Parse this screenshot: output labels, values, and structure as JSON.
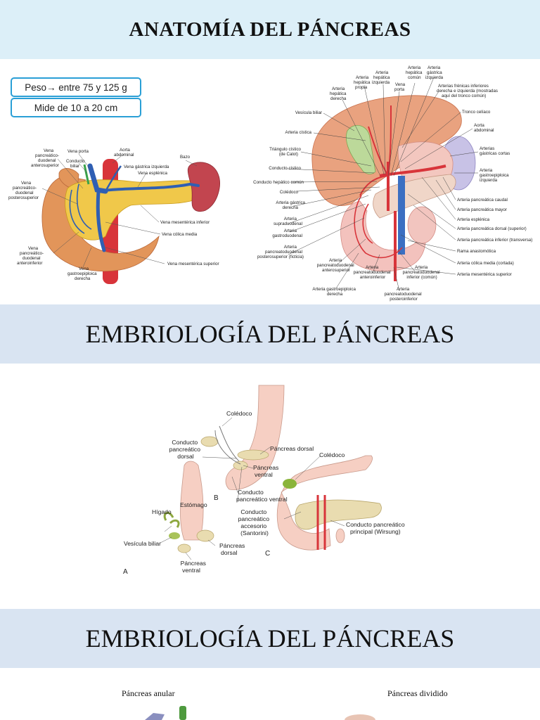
{
  "slide1": {
    "title": "ANATOMÍA DEL PÁNCREAS",
    "facts": [
      "Peso→ entre 75 y 125 g",
      "Mide de 10 a 20 cm"
    ],
    "left_labels": {
      "vena_pancreatico_antsup": [
        "Vena",
        "pancreático-",
        "duodenal",
        "anterosuperior"
      ],
      "vena_porta": "Vena porta",
      "conducto_biliar": [
        "Conducto",
        "biliar"
      ],
      "aorta": [
        "Aorta",
        "abdominal"
      ],
      "bazo": "Bazo",
      "vena_gastrica_izq": "Vena gástrica izquierda",
      "vena_esplenica": "Vena esplénica",
      "vena_pancreatico_postsup": [
        "Vena",
        "pancreático-",
        "duodenal",
        "posterosuperior"
      ],
      "vena_mesenterica_inf": "Vena mesentérica inferior",
      "vena_colica_media": "Vena cólica media",
      "vena_pancreatico_antinf": [
        "Vena",
        "pancreático-",
        "duodenal",
        "anteroinferior"
      ],
      "vena_gastroepiploica": [
        "Vena",
        "gastroepiploica",
        "derecha"
      ],
      "vena_mesenterica_sup": "Vena mesentérica superior"
    },
    "right_labels": {
      "top": [
        [
          "Arteria",
          "hepática",
          "derecha"
        ],
        [
          "Arteria",
          "hepática",
          "propia"
        ],
        [
          "Arteria",
          "hepática",
          "izquierda"
        ],
        [
          "Vena",
          "porta"
        ],
        [
          "Arteria",
          "hepática",
          "común"
        ],
        [
          "Arteria",
          "gástrica",
          "izquierda"
        ]
      ],
      "frenicas": [
        "Arterias frénicas inferiores",
        "derecha e izquierda (mostradas",
        "aquí del tronco común)"
      ],
      "left": [
        "Vesícula biliar",
        "Arteria cística",
        "Triángulo cístico",
        "(de Calot)",
        "Conducto cístico",
        "Conducto hepático común",
        "Colédoco",
        "Arteria gástrica",
        "derecha",
        "Arteria",
        "supraduodenal",
        "Arteria",
        "gastroduodenal",
        "Arteria",
        "pancreatoduodenal",
        "posterosuperior (ficticia)"
      ],
      "right": [
        "Tronco celíaco",
        "Aorta",
        "abdominal",
        "Arterias",
        "gástricas cortas",
        "Arteria",
        "gastroepiploica",
        "izquierda",
        "Arteria pancreática caudal",
        "Arteria pancreática mayor",
        "Arteria esplénica",
        "Arteria pancreática dorsal (superior)",
        "Arteria pancreática inferior (transversa)",
        "Rama anastomótica",
        "Arteria cólica media (cortada)",
        "Arteria mesentérica superior"
      ],
      "bottom": [
        [
          "Arteria",
          "pancreatoduodenal",
          "anterosuperior"
        ],
        [
          "Arteria",
          "pancreatoduodenal",
          "anteroinferior"
        ],
        [
          "Arteria",
          "pancreatoduodenal",
          "inferior (común)"
        ],
        [
          "Arteria gastroepiploica",
          "derecha"
        ],
        [
          "Arteria",
          "pancreatoduodenal",
          "posteroinferior"
        ]
      ]
    }
  },
  "slide2": {
    "title": "EMBRIOLOGÍA DEL PÁNCREAS",
    "labels": {
      "coledoco_b": "Colédoco",
      "conducto_pancreatico_dorsal": [
        "Conducto",
        "pancreático",
        "dorsal"
      ],
      "pancreas_dorsal_b": "Páncreas dorsal",
      "pancreas_ventral_b": [
        "Páncreas",
        "ventral"
      ],
      "conducto_pancreatico_ventral": [
        "Conducto",
        "pancreático ventral"
      ],
      "panel_b": "B",
      "coledoco_c": "Colédoco",
      "estomago": "Estómago",
      "higado": "Hígado",
      "conducto_accesorio": [
        "Conducto",
        "pancreático",
        "accesorio",
        "(Santorini)"
      ],
      "conducto_principal": [
        "Conducto pancreático",
        "principal (Wirsung)"
      ],
      "vesicula": "Vesícula biliar",
      "pancreas_dorsal_a": [
        "Páncreas",
        "dorsal"
      ],
      "panel_c": "C",
      "pancreas_ventral_a": [
        "Páncreas",
        "ventral"
      ],
      "panel_a": "A"
    }
  },
  "slide3": {
    "title": "EMBRIOLOGÍA DEL PÁNCREAS",
    "caption_left": "Páncreas anular",
    "caption_right": "Páncreas dividido"
  },
  "colors": {
    "banner_top": "#dceff8",
    "banner_mid": "#d9e4f2",
    "pill_border": "#2a9fd6",
    "pancreas": "#f0c84a",
    "duodenum": "#e2955a",
    "artery": "#d8343a",
    "vein": "#2f5fb3",
    "spleen": "#c2454f",
    "embryo_pink": "#f6cfc3"
  }
}
